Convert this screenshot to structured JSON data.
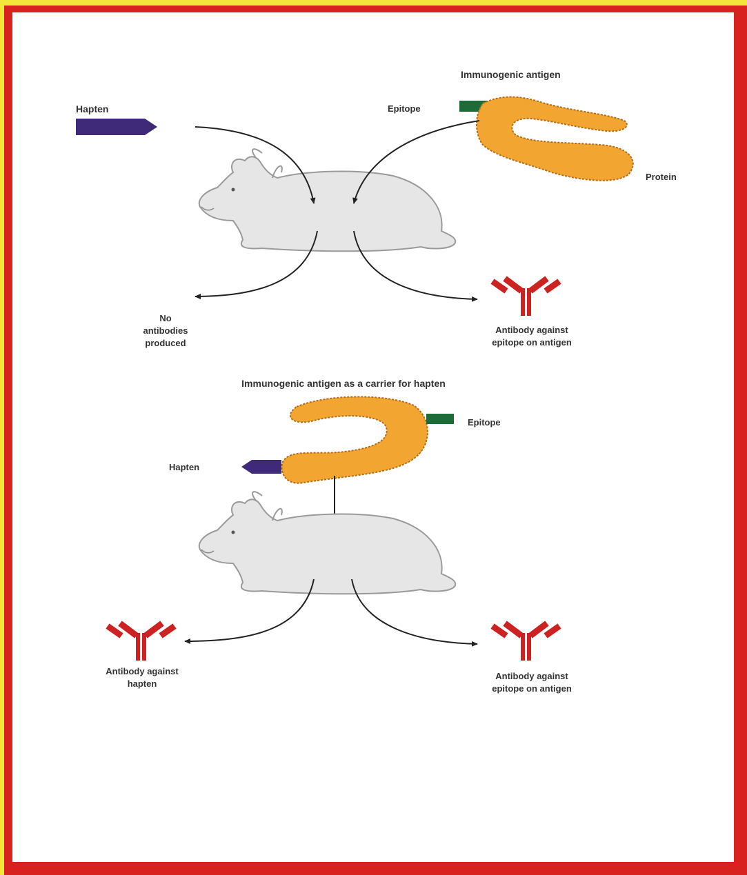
{
  "top": {
    "immunogenic_antigen": "Immunogenic antigen",
    "hapten": "Hapten",
    "epitope": "Epitope",
    "protein": "Protein",
    "no_antibodies_line1": "No",
    "no_antibodies_line2": "antibodies",
    "no_antibodies_line3": "produced",
    "antibody_epitope_line1": "Antibody against",
    "antibody_epitope_line2": "epitope on antigen"
  },
  "bottom": {
    "title": "Immunogenic antigen as a carrier for hapten",
    "epitope": "Epitope",
    "hapten": "Hapten",
    "antibody_hapten_line1": "Antibody against",
    "antibody_hapten_line2": "hapten",
    "antibody_epitope_line1": "Antibody against",
    "antibody_epitope_line2": "epitope on antigen"
  },
  "colors": {
    "frame_outer": "#f3e63a",
    "frame_border": "#d8221f",
    "hapten": "#3e2a78",
    "epitope": "#1e6b3a",
    "protein": "#f2a531",
    "antibody": "#cc2222",
    "rabbit": "#e6e6e6"
  }
}
